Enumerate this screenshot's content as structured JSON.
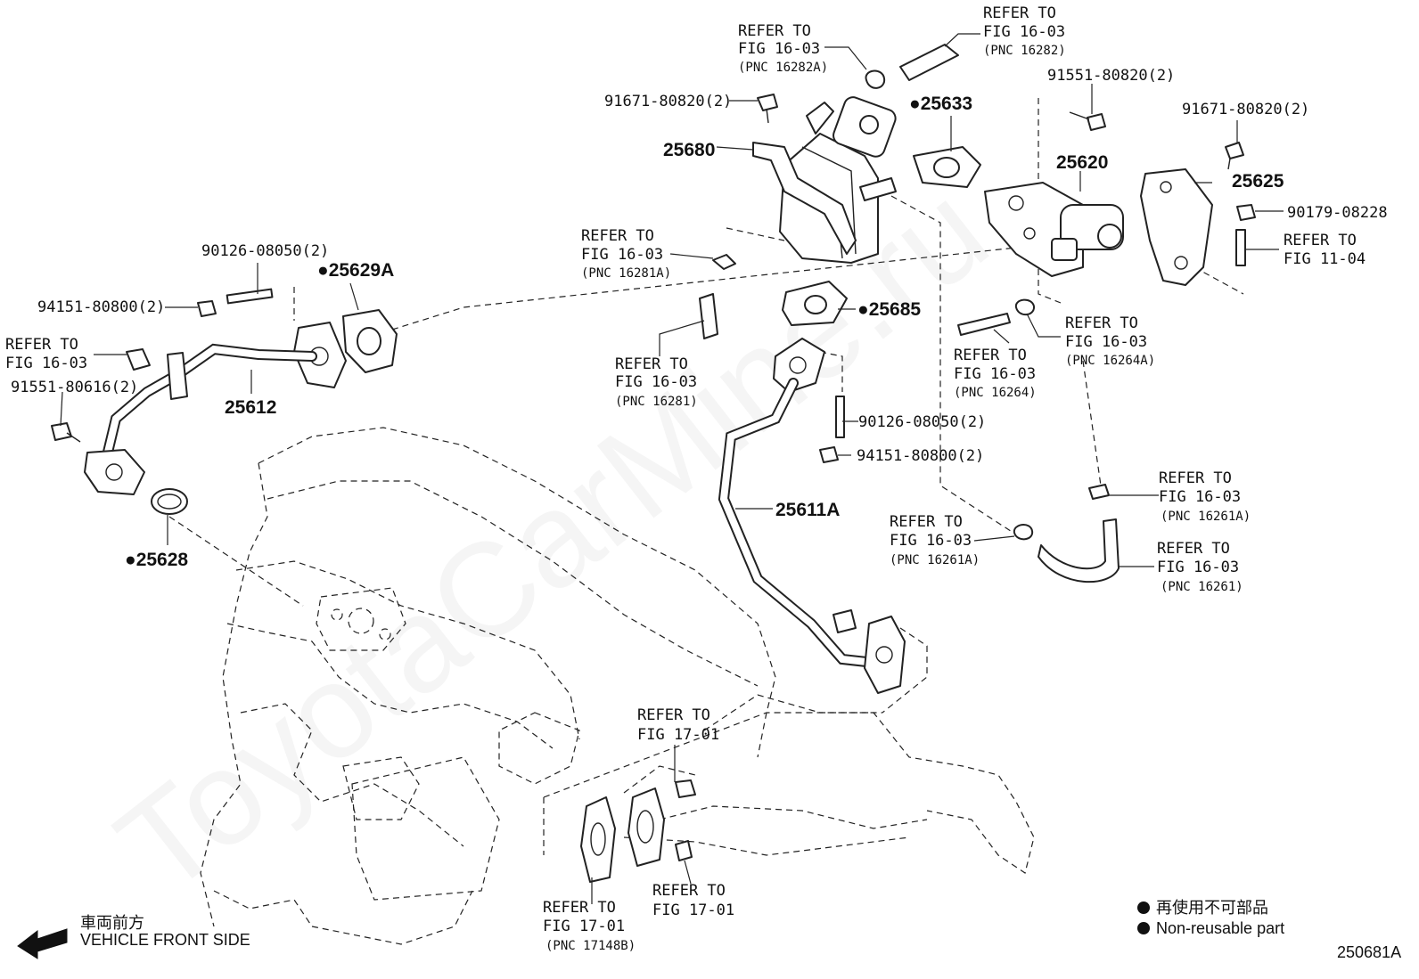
{
  "watermark": "ToyotaCarMine.ru",
  "figure_number": "250681A",
  "direction": {
    "japanese": "車両前方",
    "english": "VEHICLE FRONT SIDE"
  },
  "legend": {
    "japanese": "再使用不可部品",
    "english": "Non-reusable part"
  },
  "parts": {
    "p25680": "25680",
    "p25633": "25633",
    "p25620": "25620",
    "p25625": "25625",
    "p25629a": "25629A",
    "p25685": "25685",
    "p25612": "25612",
    "p25628": "25628",
    "p25611a": "25611A",
    "b91671_top": "91671-80820(2)",
    "b91671_right": "91671-80820(2)",
    "b91551_top": "91551-80820(2)",
    "n90179": "90179-08228",
    "s90126_left": "90126-08050(2)",
    "n94151_left": "94151-80800(2)",
    "b91551_left": "91551-80616(2)",
    "s90126_mid": "90126-08050(2)",
    "n94151_mid": "94151-80800(2)"
  },
  "refs": {
    "r1": {
      "line1": "REFER TO",
      "line2": "FIG 16-03",
      "pnc": "(PNC 16282A)"
    },
    "r2": {
      "line1": "REFER TO",
      "line2": "FIG 16-03",
      "pnc": "(PNC 16282)"
    },
    "r3": {
      "line1": "REFER TO",
      "line2": "FIG 16-03",
      "pnc": "(PNC 16281A)"
    },
    "r4": {
      "line1": "REFER TO",
      "line2": "FIG 16-03",
      "pnc": "(PNC 16281)"
    },
    "r5": {
      "line1": "REFER TO",
      "line2": "FIG 16-03",
      "pnc": "(PNC 16264)"
    },
    "r6": {
      "line1": "REFER TO",
      "line2": "FIG 16-03",
      "pnc": "(PNC 16264A)"
    },
    "r7": {
      "line1": "REFER TO",
      "line2": "FIG 11-04"
    },
    "r8": {
      "line1": "REFER TO",
      "line2": "FIG 16-03"
    },
    "r9": {
      "line1": "REFER TO",
      "line2": "FIG 16-03",
      "pnc": "(PNC 16261A)"
    },
    "r10": {
      "line1": "REFER TO",
      "line2": "FIG 16-03",
      "pnc": "(PNC 16261A)"
    },
    "r11": {
      "line1": "REFER TO",
      "line2": "FIG 16-03",
      "pnc": "(PNC 16261)"
    },
    "r12": {
      "line1": "REFER TO",
      "line2": "FIG 17-01"
    },
    "r13": {
      "line1": "REFER TO",
      "line2": "FIG 17-01",
      "pnc": "(PNC 17148B)"
    },
    "r14": {
      "line1": "REFER TO",
      "line2": "FIG 17-01"
    }
  }
}
